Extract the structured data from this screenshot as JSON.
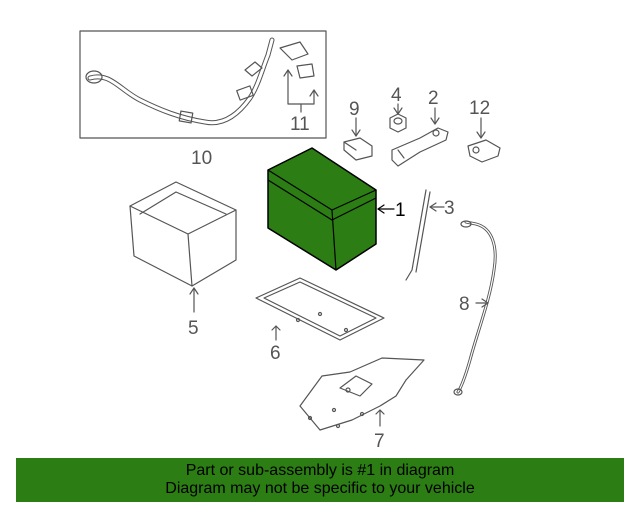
{
  "diagram": {
    "callouts": {
      "c1": "1",
      "c2": "2",
      "c3": "3",
      "c4": "4",
      "c5": "5",
      "c6": "6",
      "c7": "7",
      "c8": "8",
      "c9": "9",
      "c10": "10",
      "c11": "11",
      "c12": "12"
    },
    "colors": {
      "highlight": "#2c7d14",
      "line": "#555555",
      "banner": "#2c7d14"
    }
  },
  "banner": {
    "line1": "Part or sub-assembly is #1 in diagram",
    "line2": "Diagram may not be specific to your vehicle"
  }
}
